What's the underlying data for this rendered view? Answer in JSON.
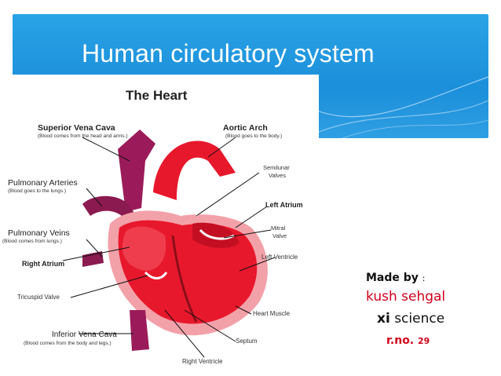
{
  "slide": {
    "title": "Human  circulatory system"
  },
  "diagram": {
    "heading": "The Heart",
    "labels": {
      "superior_vena_cava": "Superior Vena Cava",
      "superior_vena_cava_note": "(Blood comes from the head and arms.)",
      "aortic_arch": "Aortic Arch",
      "aortic_arch_note": "(Blood goes to the body.)",
      "pulmonary_arteries": "Pulmonary Arteries",
      "pulmonary_arteries_note": "(Blood goes to the lungs.)",
      "semilunar_valves_1": "Semilunar",
      "semilunar_valves_2": "Valves",
      "left_atrium": "Left Atrium",
      "pulmonary_veins": "Pulmonary Veins",
      "pulmonary_veins_note": "(Blood comes from lungs.)",
      "mitral_valve_1": "Mitral",
      "mitral_valve_2": "Valve",
      "right_atrium": "Right Atrium",
      "left_ventricle": "Left Ventricle",
      "tricuspid_valve": "Tricuspid Valve",
      "heart_muscle": "Heart Muscle",
      "inferior_vena_cava": "Inferior Vena Cava",
      "inferior_vena_cava_note": "(Blood comes from the body and legs.)",
      "septum": "Septum",
      "right_ventricle": "Right Ventricle"
    }
  },
  "credits": {
    "made_by_label": "Made by",
    "made_by_colon": ":",
    "name": "kush sehgal",
    "class_bold": "xi",
    "class_rest": "science",
    "roll_label": "r.no.",
    "roll_number": "29"
  },
  "colors": {
    "banner": "#1b8fda",
    "heart_red": "#e8182c",
    "vein_purple": "#9b1b5a",
    "credit_red": "#d0021b"
  }
}
